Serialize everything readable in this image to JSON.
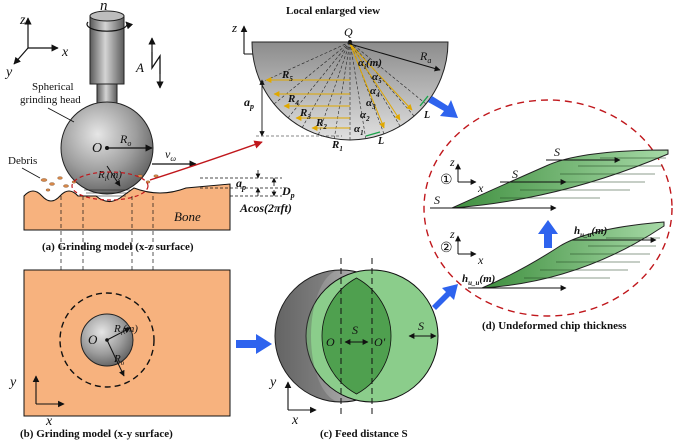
{
  "labels": {
    "local_view_title": "Local enlarged view",
    "spherical_head_line1": "Spherical",
    "spherical_head_line2": "grinding head",
    "debris": "Debris",
    "bone": "Bone",
    "amplitude_term": "Acos(2πft)",
    "rotation_n": "n",
    "amplitude_A": "A"
  },
  "symbols": {
    "z": "z",
    "x": "x",
    "y": "y",
    "O": "O",
    "O_prime": "O'",
    "Q": "Q",
    "Ro": "R",
    "Ro_sub": "o",
    "Ra": "R",
    "Ra_sub": "a",
    "Ri_m": "R",
    "Ri_sub": "i",
    "Ri_tail": "(m)",
    "ap": "a",
    "ap_sub": "p",
    "Dp": "D",
    "Dp_sub": "p",
    "vw": "v",
    "vw_sub": "ω",
    "S": "S",
    "R1": "R",
    "R2": "R",
    "R3": "R",
    "R4": "R",
    "R5": "R",
    "sub1": "1",
    "sub2": "2",
    "sub3": "3",
    "sub4": "4",
    "sub5": "5",
    "alpha": "α",
    "alpha_i_m": "α",
    "alpha_i_sub": "i",
    "alpha_i_tail": "(m)",
    "L": "L",
    "hu": "h",
    "hu_sub": "u_u",
    "hu_tail": "(m)",
    "circle1": "①",
    "circle2": "②"
  },
  "captions": {
    "a": "(a) Grinding model (x-z surface)",
    "b": "(b) Grinding model (x-y surface)",
    "c": "(c) Feed distance S",
    "d": "(d) Undeformed chip thickness"
  },
  "colors": {
    "bone": "#f7b27e",
    "chip_green": "#77b877",
    "overlap_green": "#4fa04f",
    "circle_green": "#8bcd8b",
    "grey_tool": "#9a9a9a",
    "blue_arrow": "#2e63ee",
    "red": "#c0171c",
    "yellow": "#f2c230"
  }
}
